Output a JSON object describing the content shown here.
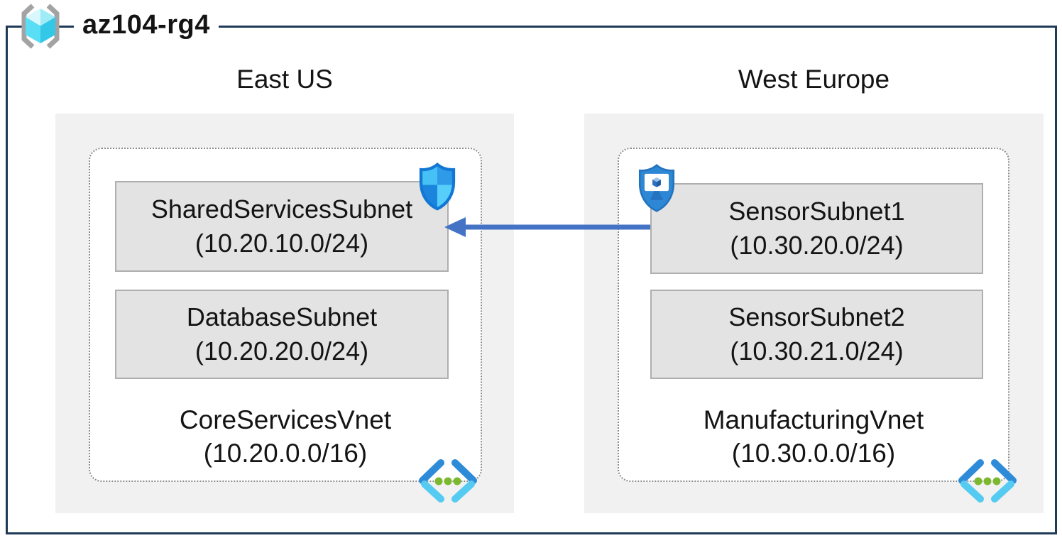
{
  "resource_group": {
    "name": "az104-rg4",
    "icon": "resource-group-icon"
  },
  "regions": [
    {
      "name": "East US",
      "vnet": {
        "name": "CoreServicesVnet",
        "cidr": "(10.20.0.0/16)",
        "icon": "virtual-network-icon",
        "subnets": [
          {
            "name": "SharedServicesSubnet",
            "cidr": "(10.20.10.0/24)",
            "badge_icon": "network-security-group-shield-icon"
          },
          {
            "name": "DatabaseSubnet",
            "cidr": "(10.20.20.0/24)"
          }
        ]
      }
    },
    {
      "name": "West Europe",
      "vnet": {
        "name": "ManufacturingVnet",
        "cidr": "(10.30.0.0/16)",
        "icon": "virtual-network-icon",
        "subnets": [
          {
            "name": "SensorSubnet1",
            "cidr": "(10.30.20.0/24)",
            "badge_icon": "application-security-group-shield-icon"
          },
          {
            "name": "SensorSubnet2",
            "cidr": "(10.30.21.0/24)"
          }
        ]
      }
    }
  ],
  "connections": [
    {
      "from": "SensorSubnet1",
      "to": "SharedServicesSubnet",
      "direction": "right-to-left",
      "color": "#4472C4"
    }
  ],
  "colors": {
    "frame_border": "#1E3A56",
    "region_fill": "#F1F1F1",
    "vnet_border_dotted": "#8A8A8A",
    "subnet_fill": "#E3E3E3",
    "subnet_border": "#AFAFAF",
    "arrow_blue": "#4472C4",
    "azure_blue": "#2E87D4",
    "azure_cyan": "#55CBF2",
    "azure_green_dot": "#7CB82F"
  }
}
